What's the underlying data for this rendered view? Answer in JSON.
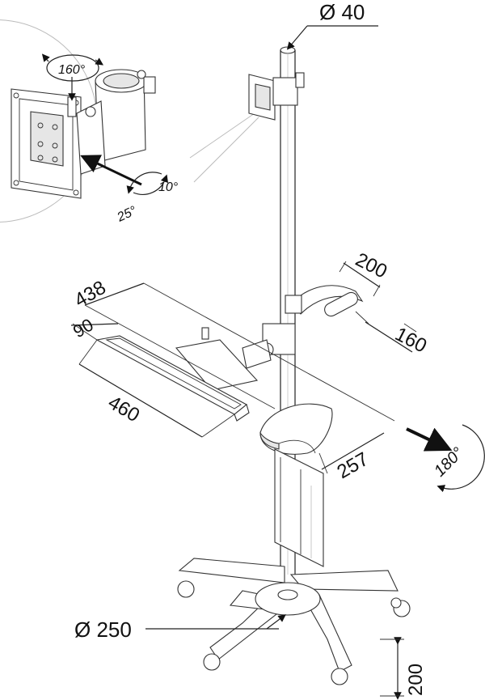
{
  "dimensions": {
    "pole_diameter": "Ø 40",
    "mount_rotation": "160°",
    "tilt_up": "10°",
    "tilt_down": "25°",
    "handle_width": "200",
    "handle_offset": "160",
    "tray_width": "438",
    "tray_depth": "90",
    "keyboard_width": "460",
    "shelf_depth": "257",
    "swivel_rotation": "180°",
    "base_diameter": "Ø 250",
    "base_height": "200"
  }
}
